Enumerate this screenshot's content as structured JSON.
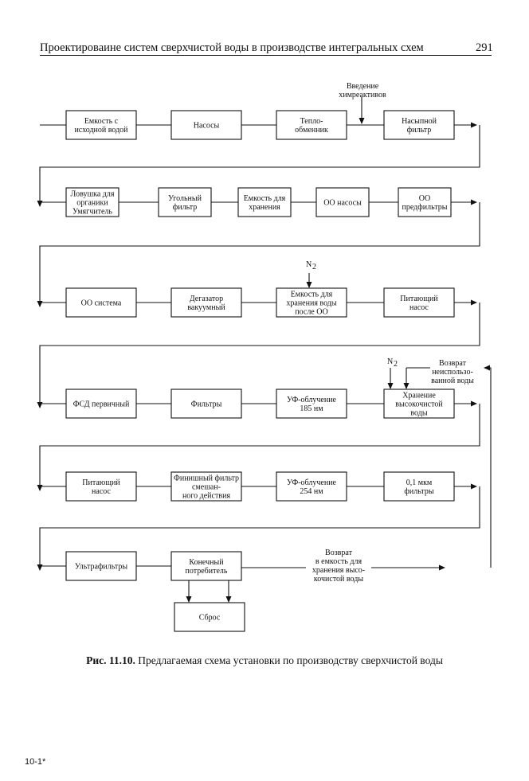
{
  "header": {
    "title": "Проектироваине систем сверхчистой воды в производстве интегральных схем",
    "page_number": "291"
  },
  "figure": {
    "caption_label": "Рис. 11.10.",
    "caption_text": "Предлагаемая схема установки по производству сверхчистой воды",
    "nodes": [
      {
        "id": "n1",
        "lines": [
          "Емкость с",
          "исходной водой"
        ]
      },
      {
        "id": "n2",
        "lines": [
          "Насосы"
        ]
      },
      {
        "id": "n3",
        "lines": [
          "Тепло-",
          "обменник"
        ]
      },
      {
        "id": "n4",
        "lines": [
          "Насыпной",
          "фильтр"
        ]
      },
      {
        "id": "n5",
        "lines": [
          "Ловушка для",
          "органики",
          "Умягчитель"
        ]
      },
      {
        "id": "n6",
        "lines": [
          "Угольный",
          "фильтр"
        ]
      },
      {
        "id": "n7",
        "lines": [
          "Емкость для",
          "хранения"
        ]
      },
      {
        "id": "n8",
        "lines": [
          "ОО насосы"
        ]
      },
      {
        "id": "n9",
        "lines": [
          "ОО",
          "предфильтры"
        ]
      },
      {
        "id": "n10",
        "lines": [
          "ОО система"
        ]
      },
      {
        "id": "n11",
        "lines": [
          "Дегазатор",
          "вакуумный"
        ]
      },
      {
        "id": "n12",
        "lines": [
          "Емкость для",
          "хранения воды",
          "после ОО"
        ]
      },
      {
        "id": "n13",
        "lines": [
          "Питающий",
          "насос"
        ]
      },
      {
        "id": "n14",
        "lines": [
          "ФСД первичный"
        ]
      },
      {
        "id": "n15",
        "lines": [
          "Фильтры"
        ]
      },
      {
        "id": "n16",
        "lines": [
          "УФ-облучение",
          "185 нм"
        ]
      },
      {
        "id": "n17",
        "lines": [
          "Хранение",
          "высокочистой",
          "воды"
        ]
      },
      {
        "id": "n18",
        "lines": [
          "Питающий",
          "насос"
        ]
      },
      {
        "id": "n19",
        "lines": [
          "Финишный фильтр",
          "смешан-",
          "ного действия"
        ]
      },
      {
        "id": "n20",
        "lines": [
          "УФ-облучение",
          "254 нм"
        ]
      },
      {
        "id": "n21",
        "lines": [
          "0,1 мкм",
          "фильтры"
        ]
      },
      {
        "id": "n22",
        "lines": [
          "Ультрафильтры"
        ]
      },
      {
        "id": "n23",
        "lines": [
          "Конечный",
          "потребитель"
        ]
      },
      {
        "id": "n24",
        "lines": [
          "Сброс"
        ]
      }
    ],
    "labels": {
      "chem": [
        "Введение",
        "химреактивов"
      ],
      "n2_a": "N",
      "n2_a_sub": "2",
      "n2_b": "N",
      "n2_b_sub": "2",
      "return_unused": [
        "Возврат",
        "неиспользо-",
        "ванной воды"
      ],
      "return_storage": [
        "Возврат",
        "в емкость для",
        "хранения высо-",
        "кочистой воды"
      ]
    }
  },
  "footer": {
    "mark": "10-1*"
  }
}
